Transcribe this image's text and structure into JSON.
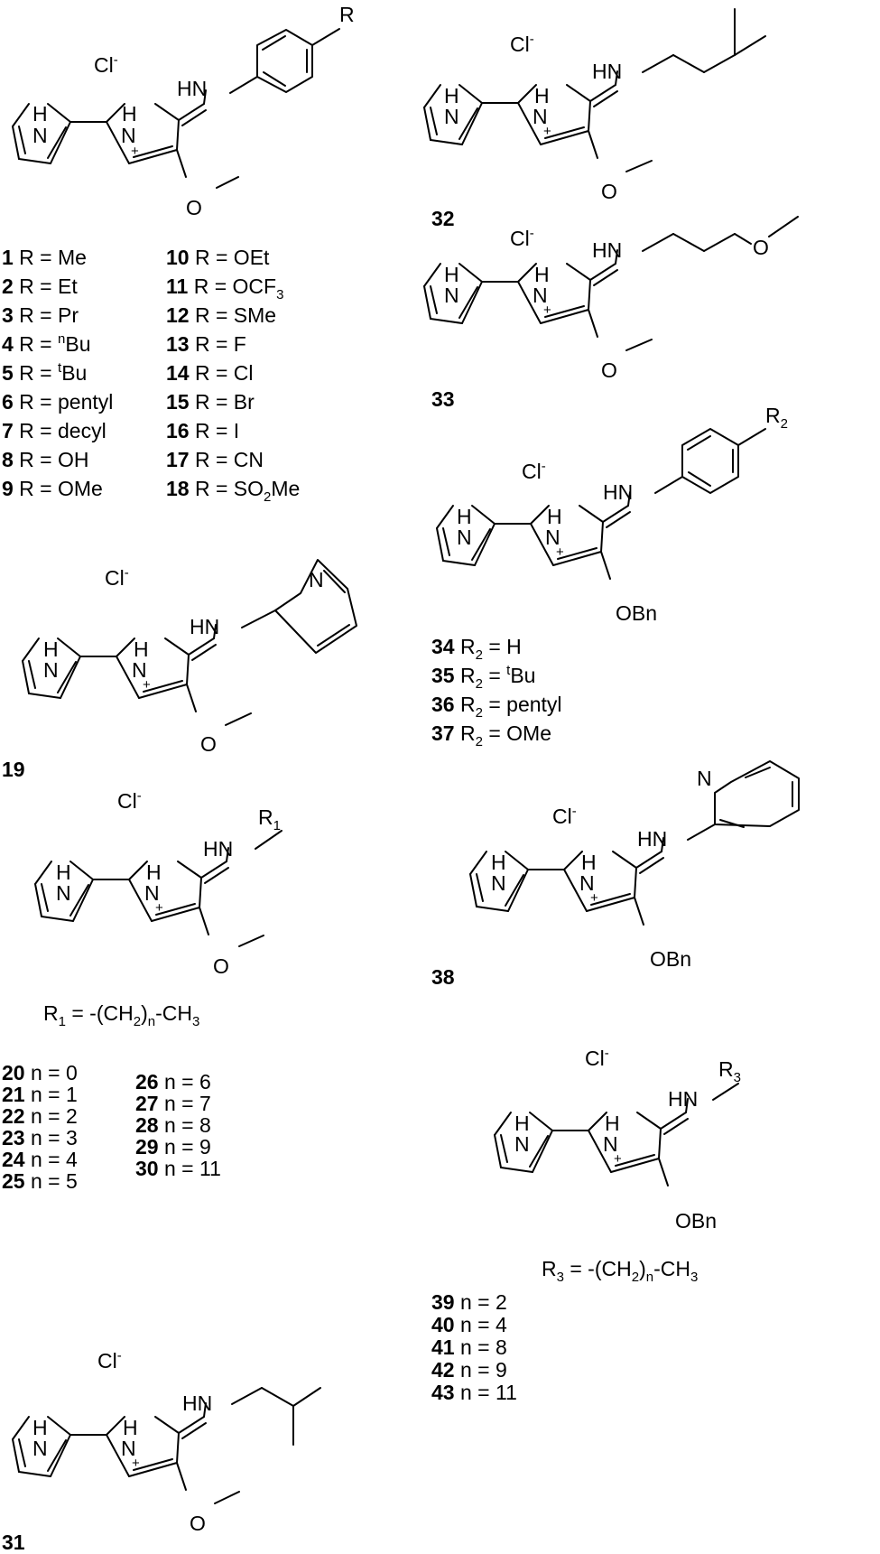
{
  "atoms": {
    "N": "N",
    "H": "H",
    "O": "O",
    "HN": "HN",
    "R": "R",
    "R1": "R",
    "R2": "R",
    "R3": "R",
    "sub1": "1",
    "sub2": "2",
    "sub3": "3",
    "plus": "+"
  },
  "counter_ion": {
    "cl": "Cl",
    "minus": "-"
  },
  "substituents": {
    "methoxy_tail": "O",
    "obn": "OBn"
  },
  "compounds": {
    "c1": [
      "1",
      " R = Me"
    ],
    "c2": [
      "2",
      " R = Et"
    ],
    "c3": [
      "3",
      " R = Pr"
    ],
    "c4": [
      "4",
      " R = ",
      "n",
      "Bu"
    ],
    "c5": [
      "5",
      " R = ",
      "t",
      "Bu"
    ],
    "c6": [
      "6",
      " R = pentyl"
    ],
    "c7": [
      "7",
      " R = decyl"
    ],
    "c8": [
      "8",
      " R = OH"
    ],
    "c9": [
      "9",
      " R = OMe"
    ],
    "c10": [
      "10",
      " R = OEt"
    ],
    "c11": [
      "11",
      " R = OCF",
      "3"
    ],
    "c12": [
      "12",
      " R = SMe"
    ],
    "c13": [
      "13",
      " R = F"
    ],
    "c14": [
      "14",
      " R = Cl"
    ],
    "c15": [
      "15",
      " R = Br"
    ],
    "c16": [
      "16",
      " R = I"
    ],
    "c17": [
      "17",
      " R = CN"
    ],
    "c18": [
      "18",
      " R = SO",
      "2",
      "Me"
    ],
    "c19": "19",
    "r1_def": [
      "R",
      "1",
      " = -(CH",
      "2",
      ")",
      "n",
      "-CH",
      "3"
    ],
    "c20": [
      "20",
      " n = 0"
    ],
    "c21": [
      "21",
      " n = 1"
    ],
    "c22": [
      "22",
      " n = 2"
    ],
    "c23": [
      "23",
      " n = 3"
    ],
    "c24": [
      "24",
      " n = 4"
    ],
    "c25": [
      "25",
      " n = 5"
    ],
    "c26": [
      "26",
      " n = 6"
    ],
    "c27": [
      "27",
      " n = 7"
    ],
    "c28": [
      "28",
      " n = 8"
    ],
    "c29": [
      "29",
      " n = 9"
    ],
    "c30": [
      "30",
      " n = 11"
    ],
    "c31": "31",
    "c32": "32",
    "c33": "33",
    "c34": [
      "34",
      " R",
      "2",
      " = H"
    ],
    "c35": [
      "35",
      " R",
      "2",
      " = ",
      "t",
      "Bu"
    ],
    "c36": [
      "36",
      " R",
      "2",
      " = pentyl"
    ],
    "c37": [
      "37",
      " R",
      "2",
      " = OMe"
    ],
    "c38": "38",
    "r3_def": [
      "R",
      "3",
      " = -(CH",
      "2",
      ")",
      "n",
      "-CH",
      "3"
    ],
    "c39": [
      "39",
      " n = 2"
    ],
    "c40": [
      "40",
      " n = 4"
    ],
    "c41": [
      "41",
      " n = 8"
    ],
    "c42": [
      "42",
      " n = 9"
    ],
    "c43": [
      "43",
      " n = 11"
    ]
  }
}
